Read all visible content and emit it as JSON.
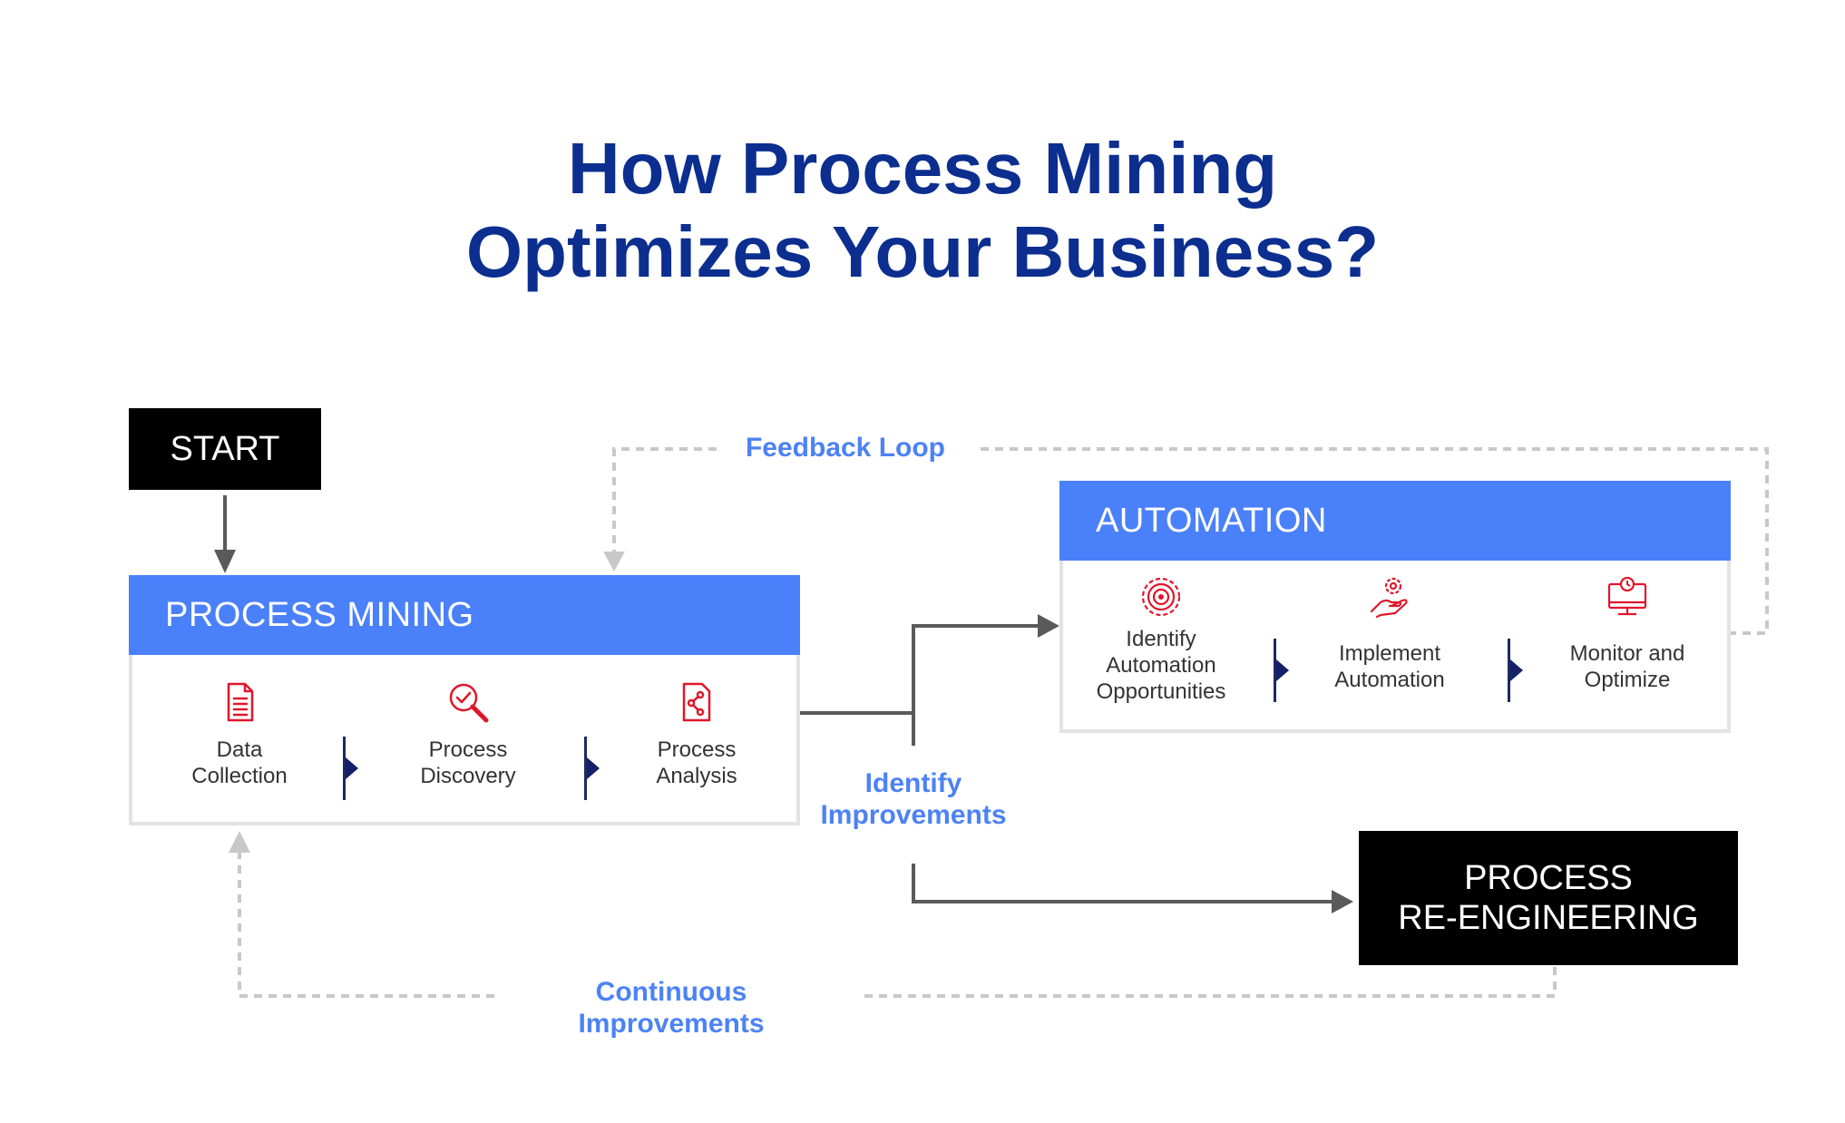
{
  "title": {
    "line1": "How Process Mining",
    "line2": "Optimizes Your Business?"
  },
  "start": {
    "label": "START"
  },
  "process_mining": {
    "header": "PROCESS MINING",
    "steps": [
      {
        "label": "Data\nCollection",
        "icon": "document-icon"
      },
      {
        "label": "Process\nDiscovery",
        "icon": "magnifier-check-icon"
      },
      {
        "label": "Process\nAnalysis",
        "icon": "analysis-document-icon"
      }
    ]
  },
  "automation": {
    "header": "AUTOMATION",
    "steps": [
      {
        "label": "Identify\nAutomation\nOpportunities",
        "icon": "gear-target-icon"
      },
      {
        "label": "Implement\nAutomation",
        "icon": "hand-gear-icon"
      },
      {
        "label": "Monitor and\nOptimize",
        "icon": "monitor-clock-icon"
      }
    ]
  },
  "reengineering": {
    "line1": "PROCESS",
    "line2": "RE-ENGINEERING"
  },
  "flow_labels": {
    "feedback_loop": "Feedback Loop",
    "identify_improvements": "Identify\nImprovements",
    "continuous_improvements": "Continuous Improvements"
  },
  "colors": {
    "title": "#0B2E8F",
    "header_blue": "#4A80FA",
    "label_blue": "#4C82F4",
    "icon_red": "#E0162B",
    "arrow_gray": "#5a5a5a",
    "dashed_gray": "#c8c8c8"
  }
}
